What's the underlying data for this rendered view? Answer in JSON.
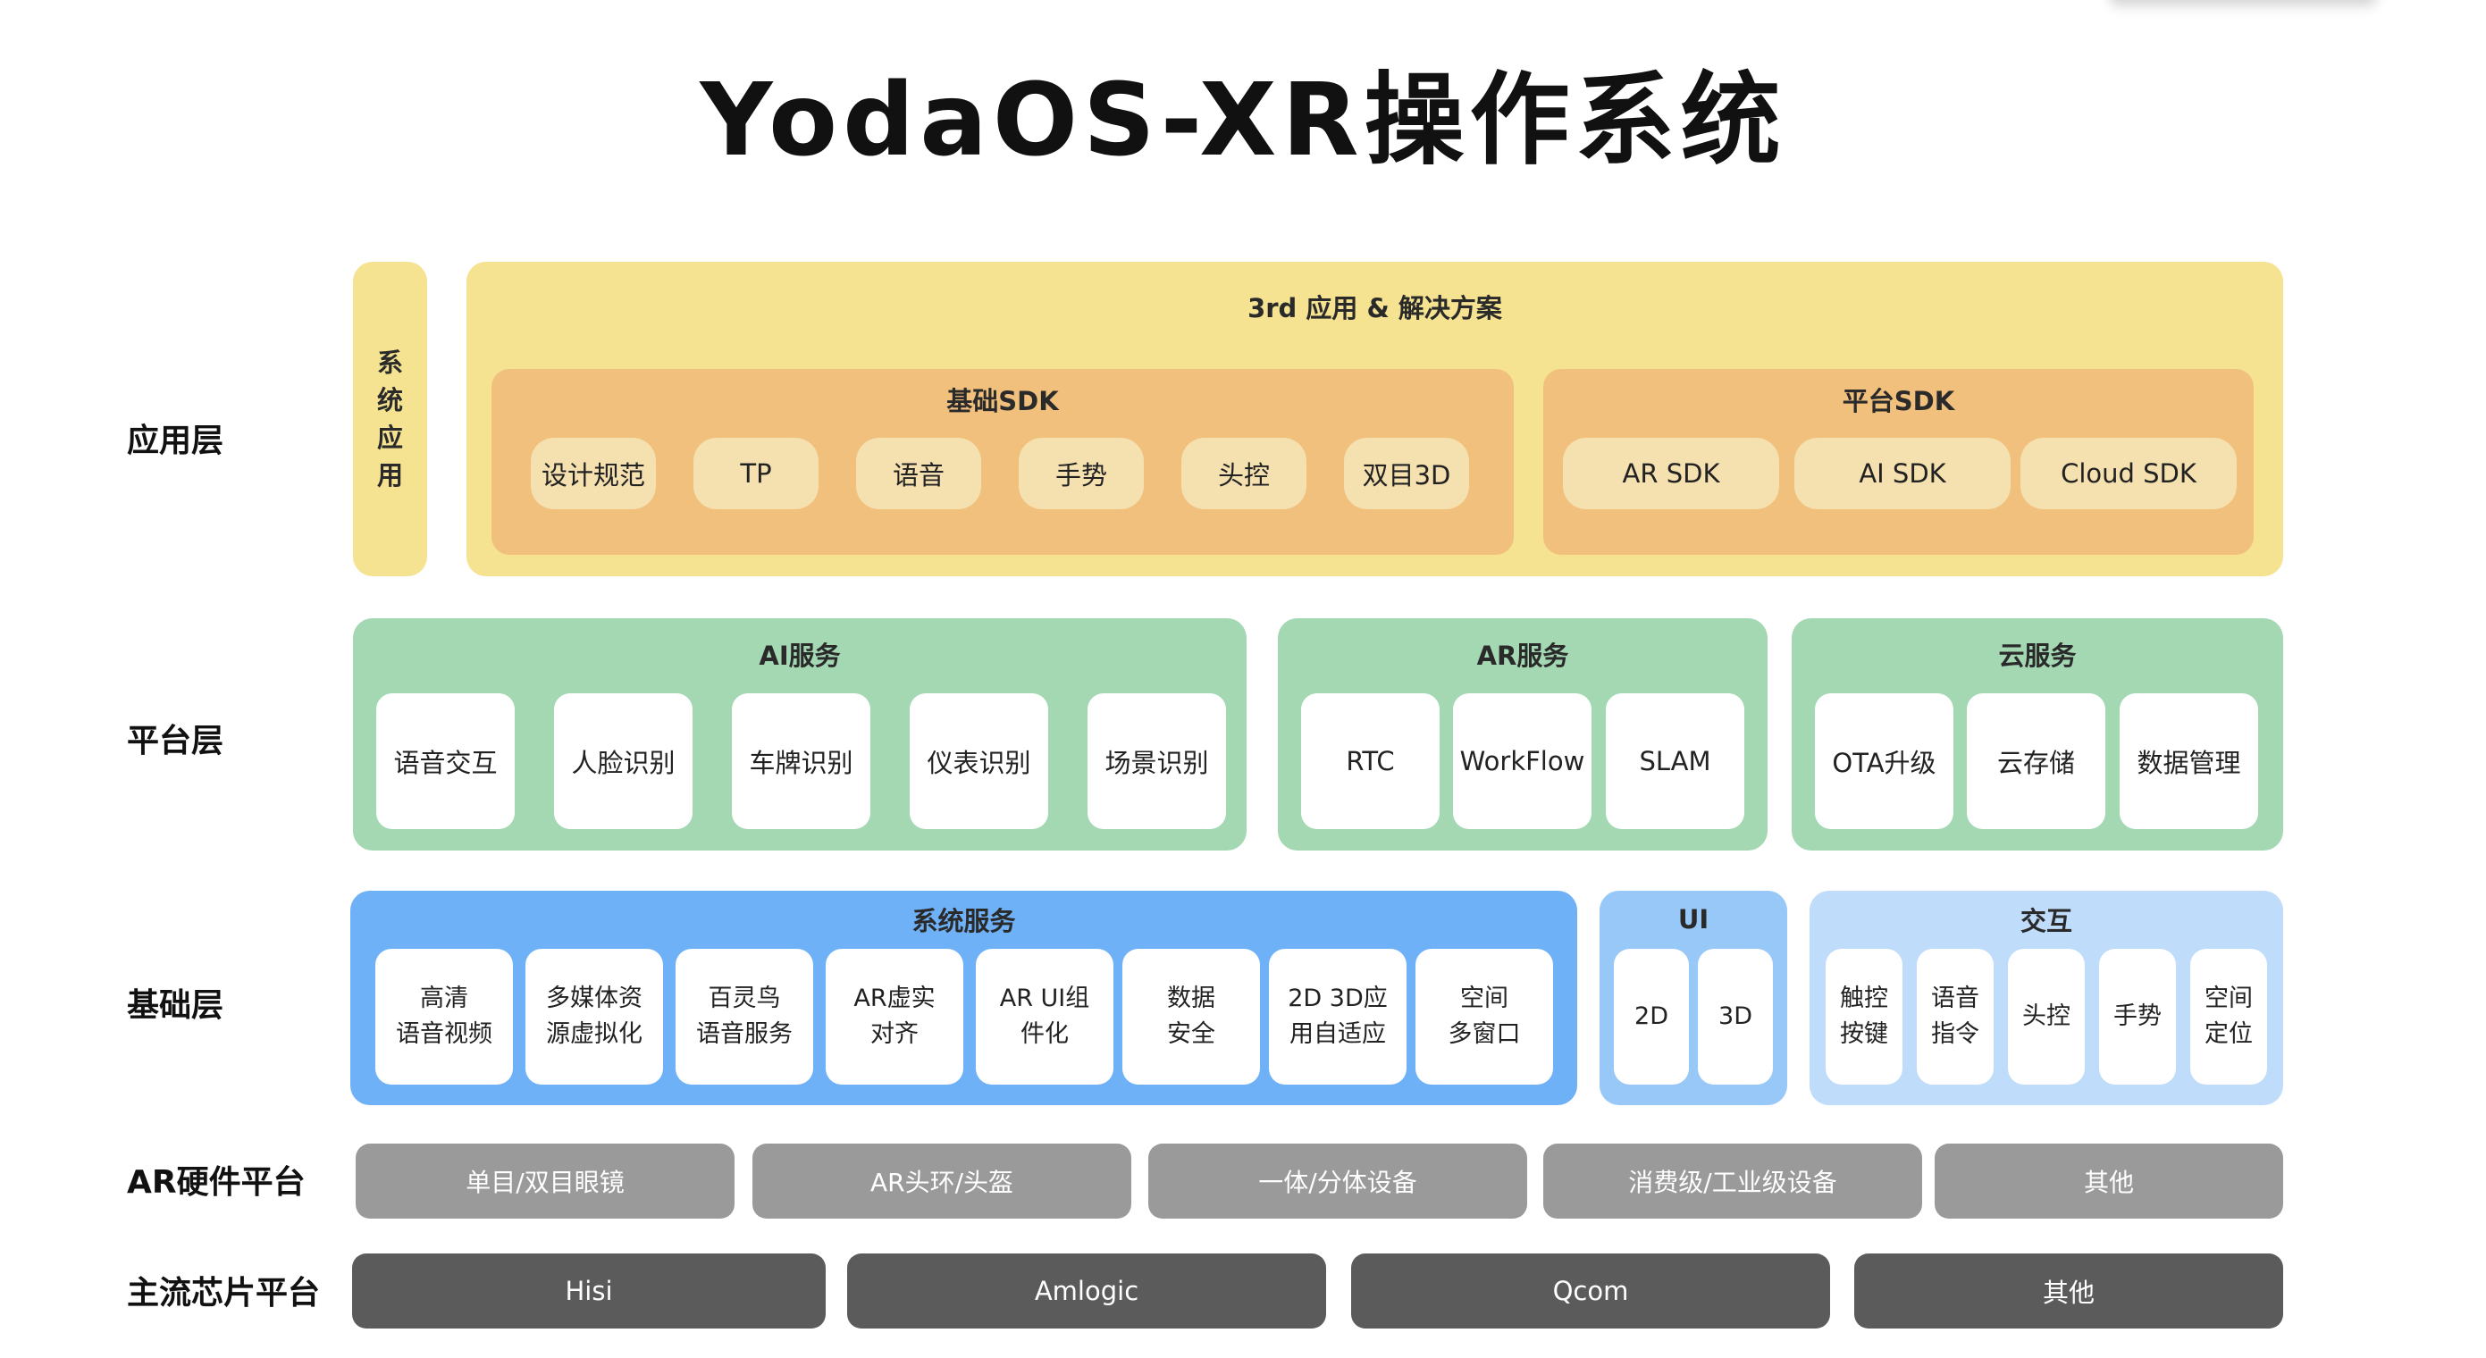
{
  "title": "YodaOS-XR操作系统",
  "layers": {
    "app": "应用层",
    "platform": "平台层",
    "base": "基础层",
    "hardware": "AR硬件平台",
    "chip": "主流芯片平台"
  },
  "app_layer": {
    "system_apps": [
      "系",
      "统",
      "应",
      "用"
    ],
    "third_party_title": "3rd 应用 & 解决方案",
    "basic_sdk": {
      "title": "基础SDK",
      "items": [
        "设计规范",
        "TP",
        "语音",
        "手势",
        "头控",
        "双目3D"
      ]
    },
    "platform_sdk": {
      "title": "平台SDK",
      "items": [
        "AR SDK",
        "AI SDK",
        "Cloud SDK"
      ]
    }
  },
  "platform_layer": {
    "ai_service": {
      "title": "AI服务",
      "items": [
        "语音交互",
        "人脸识别",
        "车牌识别",
        "仪表识别",
        "场景识别"
      ]
    },
    "ar_service": {
      "title": "AR服务",
      "items": [
        "RTC",
        "WorkFlow",
        "SLAM"
      ]
    },
    "cloud_service": {
      "title": "云服务",
      "items": [
        "OTA升级",
        "云存储",
        "数据管理"
      ]
    }
  },
  "base_layer": {
    "system_service": {
      "title": "系统服务",
      "items": [
        [
          "高清",
          "语音视频"
        ],
        [
          "多媒体资",
          "源虚拟化"
        ],
        [
          "百灵鸟",
          "语音服务"
        ],
        [
          "AR虚实",
          "对齐"
        ],
        [
          "AR UI组",
          "件化"
        ],
        [
          "数据",
          "安全"
        ],
        [
          "2D 3D应",
          "用自适应"
        ],
        [
          "空间",
          "多窗口"
        ]
      ]
    },
    "ui": {
      "title": "UI",
      "items": [
        "2D",
        "3D"
      ]
    },
    "interaction": {
      "title": "交互",
      "items": [
        [
          "触控",
          "按键"
        ],
        [
          "语音",
          "指令"
        ],
        [
          "头控"
        ],
        [
          "手势"
        ],
        [
          "空间",
          "定位"
        ]
      ]
    }
  },
  "hardware_platform": [
    "单目/双目眼镜",
    "AR头环/头盔",
    "一体/分体设备",
    "消费级/工业级设备",
    "其他"
  ],
  "chip_platform": [
    "Hisi",
    "Amlogic",
    "Qcom",
    "其他"
  ],
  "colors": {
    "app_panel": "#f5e391",
    "sdk_panel": "#f2c07d",
    "platform_panel": "#a3d8b3",
    "system_service_panel": "#6eb1f7",
    "ui_panel": "#98c8f8",
    "interaction_panel": "#bfdcfb",
    "hardware_bar": "#9a9a9a",
    "chip_bar": "#5b5b5b"
  }
}
